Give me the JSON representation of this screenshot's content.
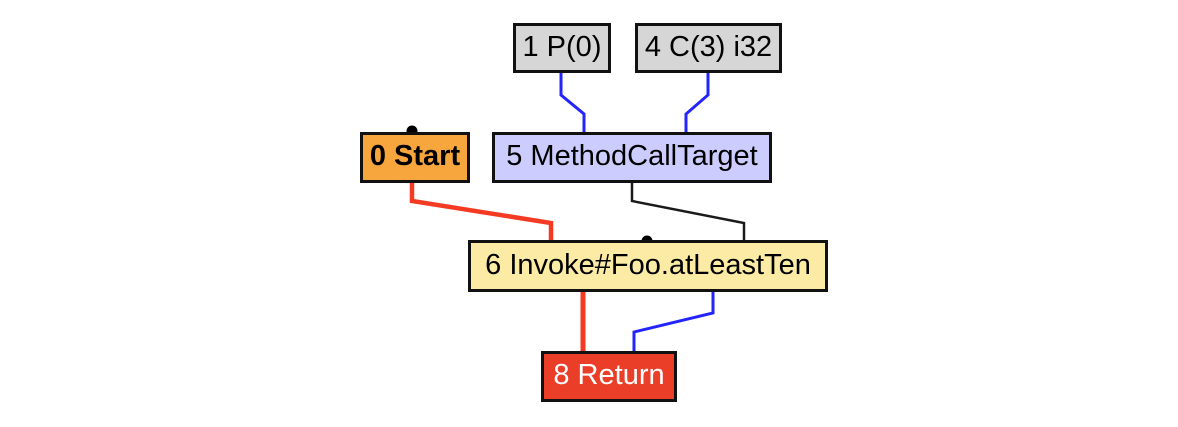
{
  "graph": {
    "background": "#ffffff",
    "nodes": {
      "p0": {
        "label": "1 P(0)",
        "fill": "#d6d6d6",
        "text_color": "#000000",
        "kind": "parameter"
      },
      "c3": {
        "label": "4 C(3) i32",
        "fill": "#d6d6d6",
        "text_color": "#000000",
        "kind": "constant"
      },
      "start": {
        "label": "0 Start",
        "fill": "#f7a63e",
        "text_color": "#000000",
        "kind": "start"
      },
      "mct": {
        "label": "5 MethodCallTarget",
        "fill": "#ccccff",
        "text_color": "#000000",
        "kind": "call-target"
      },
      "invoke": {
        "label": "6 Invoke#Foo.atLeastTen",
        "fill": "#fbeba4",
        "text_color": "#000000",
        "kind": "invoke"
      },
      "ret": {
        "label": "8 Return",
        "fill": "#ea3e28",
        "text_color": "#ffffff",
        "kind": "return"
      }
    },
    "edge_colors": {
      "data": "#2424ff",
      "control": "#f43a22",
      "other": "#1a1a1a"
    },
    "dot_color": "#000000"
  }
}
